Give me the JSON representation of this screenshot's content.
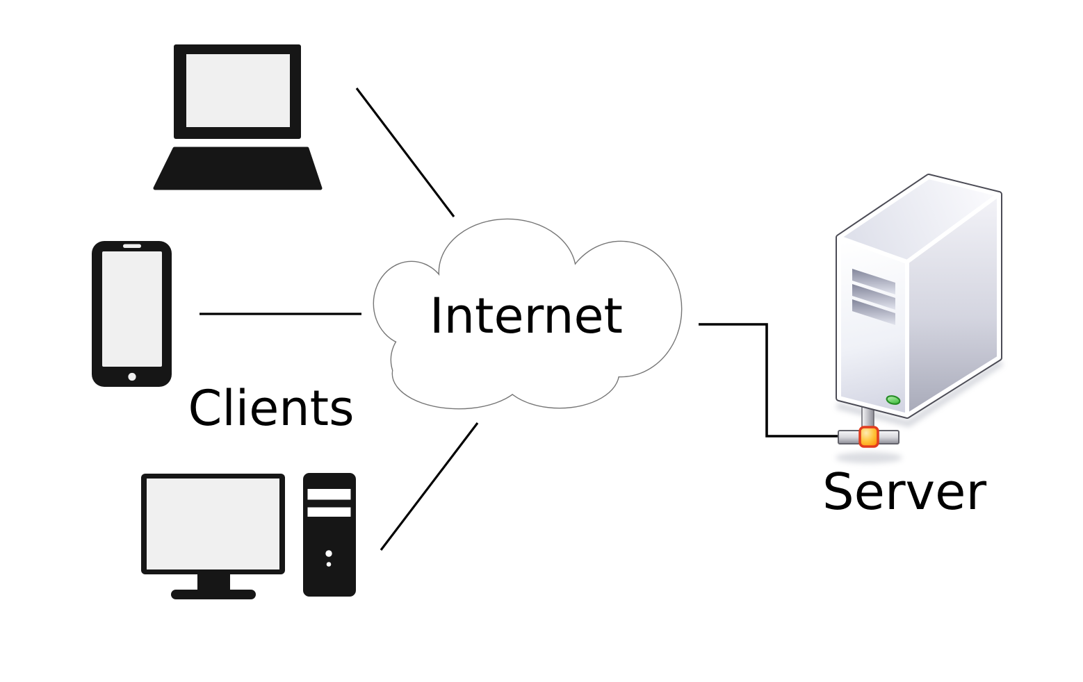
{
  "diagram": {
    "cloud": {
      "label": "Internet",
      "stroke_color": "#757575",
      "fill_color": "#ffffff"
    },
    "clients": {
      "label": "Clients",
      "devices": [
        "laptop-icon",
        "smartphone-icon",
        "desktop-computer-icon"
      ]
    },
    "server": {
      "label": "Server",
      "icon": "server-tower-icon",
      "led_color": "#2db82d",
      "connector_fill": "#ffc53e",
      "connector_border": "#e23b1e",
      "outline_color": "#4b4b55"
    },
    "connections": [
      {
        "from": "laptop",
        "to": "internet-cloud"
      },
      {
        "from": "smartphone",
        "to": "internet-cloud"
      },
      {
        "from": "desktop-computer",
        "to": "internet-cloud"
      },
      {
        "from": "internet-cloud",
        "to": "server"
      }
    ],
    "colors": {
      "background": "#ffffff",
      "device_icon": "#161616",
      "device_screen": "#f0f0f0",
      "connection_line": "#000000",
      "label_text": "#000000"
    }
  }
}
